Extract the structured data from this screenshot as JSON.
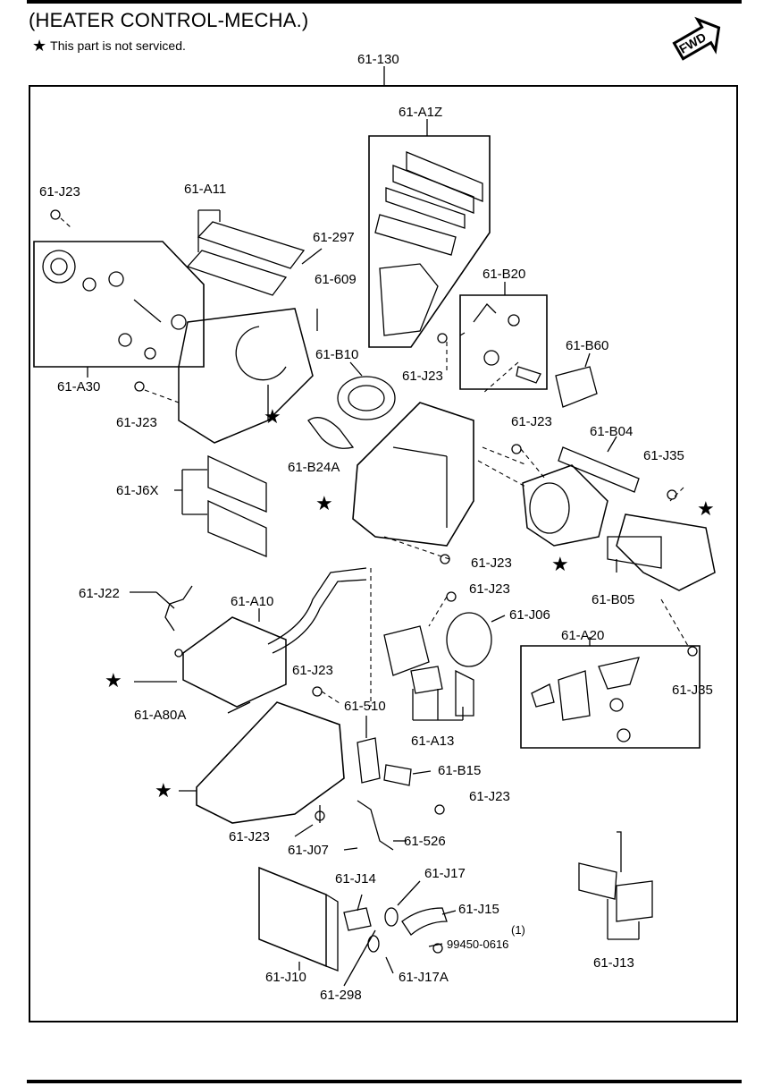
{
  "header": {
    "title": "(HEATER CONTROL-MECHA.)",
    "note_text": "This part is not serviced.",
    "assembly_number": "61-130",
    "direction_badge": "FWD"
  },
  "parts": {
    "a12": "61-A1Z",
    "j23_top": "61-J23",
    "a11": "61-A11",
    "p297": "61-297",
    "p609": "61-609",
    "b20": "61-B20",
    "b10": "61-B10",
    "j23_mid": "61-J23",
    "b60": "61-B60",
    "a30": "61-A30",
    "j23_left": "61-J23",
    "j23_b04": "61-J23",
    "b04": "61-B04",
    "b24a": "61-B24A",
    "j35_top": "61-J35",
    "j6x": "61-J6X",
    "j23_center": "61-J23",
    "j22": "61-J22",
    "j23_j06": "61-J23",
    "j06": "61-J06",
    "b05": "61-B05",
    "a10": "61-A10",
    "a20": "61-A20",
    "j23_a80": "61-J23",
    "a80a": "61-A80A",
    "p510": "61-510",
    "a13": "61-A13",
    "j35_bottom": "61-J35",
    "b15": "61-B15",
    "j23_b15": "61-J23",
    "j23_bottom": "61-J23",
    "j07": "61-J07",
    "p526": "61-526",
    "j14": "61-J14",
    "j17": "61-J17",
    "j15": "61-J15",
    "qty": "(1)",
    "p99450": "99450-0616",
    "j10": "61-J10",
    "j17a": "61-J17A",
    "p298": "61-298",
    "j13": "61-J13"
  },
  "symbols": {
    "not_serviced": "★"
  }
}
